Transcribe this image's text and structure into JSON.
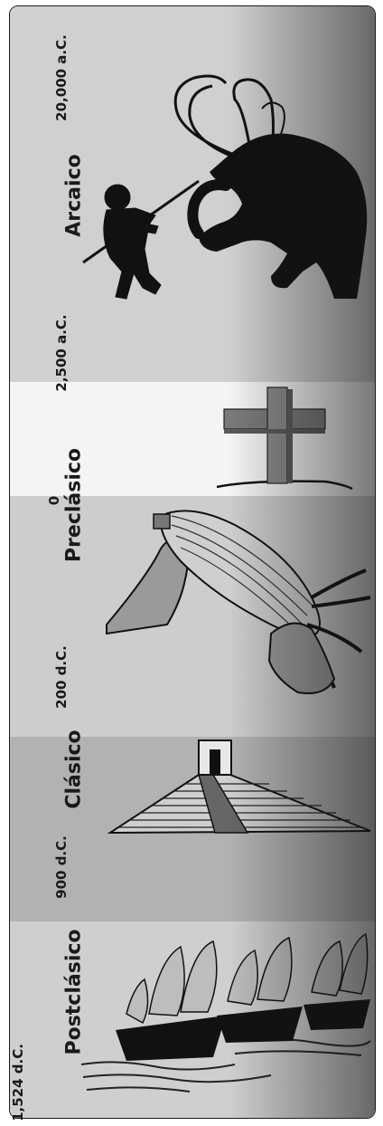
{
  "dates": {
    "d20000": "20,000 a.C.",
    "d2500": "2,500 a.C.",
    "d0": "0",
    "d200": "200 d.C.",
    "d900": "900 d.C.",
    "d1524": "1,524 d.C."
  },
  "periods": {
    "arcaico": "Arcaico",
    "preclasico": "Preclásico",
    "clasico": "Clásico",
    "postclasico": "Postclásico"
  },
  "colors": {
    "arcaico_band": "#d0d0d0",
    "preclasico_light_band": "#f4f4f4",
    "preclasico_band": "#cdcdcd",
    "clasico_band": "#b2b2b2",
    "postclasico_band": "#cfcfcf",
    "ink": "#1a1a1a"
  },
  "icons": [
    "hunter-icon",
    "mammoth-icon",
    "cross-icon",
    "corn-icon",
    "pyramid-icon",
    "ships-icon"
  ]
}
